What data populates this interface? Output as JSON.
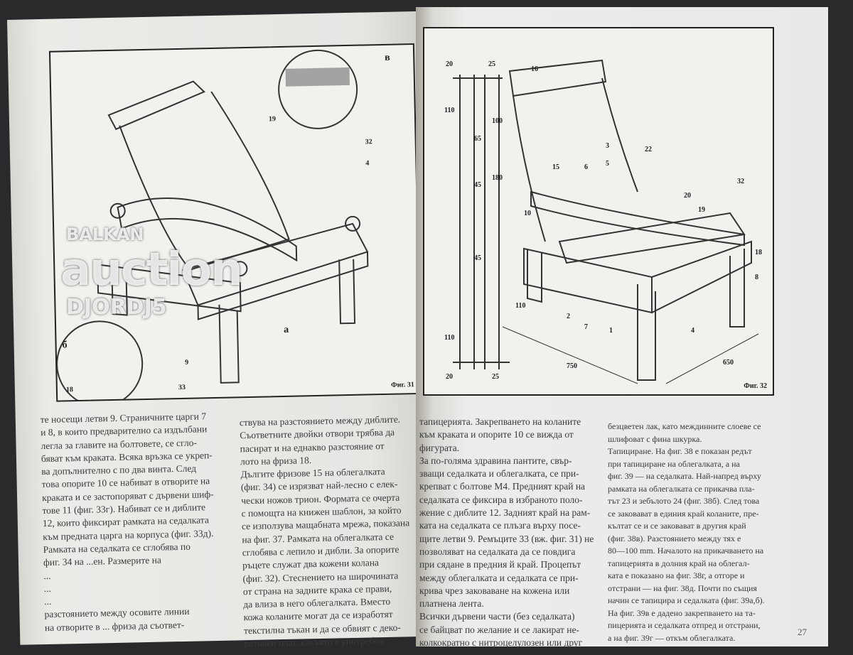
{
  "left_page": {
    "figure": {
      "caption": "Фиг. 31",
      "labels": [
        "19",
        "32",
        "4",
        "б",
        "в",
        "а",
        "9",
        "18",
        "33"
      ]
    },
    "column_1": [
      "те носещи летви 9. Страничните царги 7",
      "и 8, в които предварително са издълбани",
      "легла за главите на болтовете, се сгло-",
      "бяват към краката. Всяка връзка се укреп-",
      "ва допълнително с по два винта. След",
      "това опорите 10 се набиват в отворите на",
      "краката и се застопоряват с дървени шиф-",
      "тове 11 (фиг. 33г). Набиват се и диблите",
      "12, които фиксират рамката на седалката",
      "към предната царга на корпуса (фиг. 33д).",
      "Рамката на седалката се сглобява по",
      "фиг. 34 на ...ен. Размерите на",
      "...",
      "...",
      "...",
      "разстоянието между осовите линии",
      "на отворите в ... фриза да съответ-"
    ],
    "column_2": [
      "ствува на разстоянието между диблите.",
      "Съответните двойки отвори трябва да",
      "пасират и на еднакво разстояние от",
      "лото на фриза 18.",
      "Дългите фризове 15 на облегалката",
      "(фиг. 34) се изрязват най-лесно с елек-",
      "чески ножов трион. Формата се очерта",
      "с помощта на книжен шаблон, за който",
      "се използува мащабната мрежа, показана",
      "на фиг. 37. Рамката на облегалката се",
      "сглобява с лепило и дибли. За опорите",
      "ръцете служат два кожени колана",
      "(фиг. 32). Стеснението на широчината",
      "от страна на задните крака се прави,",
      "да влиза в него облегалката. Вместо",
      "кожа коланите могат да се изработят",
      "текстилна тъкан и да се обвият с деко-",
      "ративен плат, какъвто е употребен"
    ]
  },
  "right_page": {
    "figure": {
      "caption": "Фиг. 32",
      "labels": [
        "16",
        "22",
        "3",
        "5",
        "6",
        "15",
        "10",
        "20",
        "19",
        "32",
        "18",
        "8",
        "2",
        "7",
        "1",
        "4",
        "750",
        "650"
      ],
      "dimensions": [
        "20",
        "25",
        "110",
        "65",
        "100",
        "45",
        "180",
        "45",
        "110",
        "20",
        "25",
        "110"
      ]
    },
    "column_1": [
      "тапицерията. Закрепването на коланите",
      "към краката и опорите 10 се вижда от",
      "фигурата.",
      "За по-голяма здравина пантите, свър-",
      "зващи седалката и облегалката, се при-",
      "крепват с болтове М4. Предният край на",
      "седалката се фиксира в избраното поло-",
      "жение с диблите 12. Задният край на рам-",
      "ката на седалката се плъзга върху посе-",
      "щите летви 9. Ремъците 33 (вж. фиг. 31) не",
      "позволяват на седалката да се повдига",
      "при сядане в предния й край. Процепът",
      "между облегалката и седалката се при-",
      "крива чрез заковаване на кожена или",
      "платнена лента.",
      "Всички дървени части (без седалката)",
      "се байцват по желание и се лакират не-",
      "колкократно с нитроцелулозен или друг"
    ],
    "column_2": [
      "безцветен лак, като междинните слоеве се",
      "шлифоват с фина шкурка.",
      "Тапициране. На фиг. 38 е показан редът",
      "при тапициране на облегалката, а на",
      "фиг. 39 — на седалката. Най-напред върху",
      "рамката на облегалката се прикачва пла-",
      "тът 23 и зебълото 24 (фиг. 38б). След това",
      "се заковават в единия край коланите, пре-",
      "кълтат се и се заковават в другия край",
      "(фиг. 38в). Разстоянието между тях е",
      "80—100 mm. Началото на прикачването на",
      "тапицерията в долния край на облегал-",
      "ката е показано на фиг. 38г, а отгоре и",
      "отстрани — на фиг. 38д. Почти по същия",
      "начин се тапицира и седалката (фиг. 39а,б).",
      "На фиг. 39в е дадено закрепването на та-",
      "пицерията и седалката отпред и отстрани,",
      "а на фиг. 39г — откъм облегалката."
    ],
    "page_number": "27"
  },
  "watermark": {
    "line1": "BALKAN",
    "line2": "auction",
    "line3": "DJORDJ5"
  }
}
